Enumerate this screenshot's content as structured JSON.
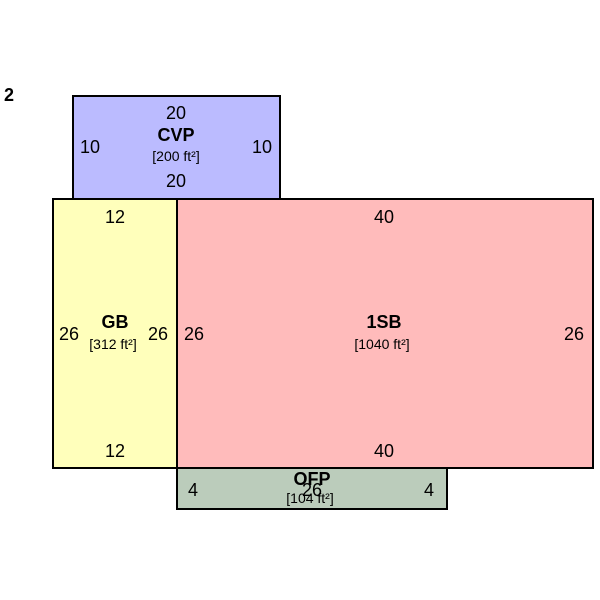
{
  "page_number": "2",
  "colors": {
    "cvp": "#bbbbff",
    "gb": "#ffffbb",
    "sb": "#ffbbbb",
    "ofp": "#bbccbb",
    "outline": "#000000"
  },
  "areas": {
    "cvp": {
      "name": "CVP",
      "area": "[200 ft²]",
      "top": "20",
      "bottom": "20",
      "left": "10",
      "right": "10"
    },
    "gb": {
      "name": "GB",
      "area": "[312 ft²]",
      "top": "12",
      "bottom": "12",
      "left": "26",
      "right": "26"
    },
    "sb": {
      "name": "1SB",
      "area": "[1040 ft²]",
      "top": "40",
      "bottom": "40",
      "left": "26",
      "right": "26"
    },
    "ofp": {
      "name": "OFP",
      "area": "[104 ft²]",
      "top": "26",
      "left": "4",
      "right": "4"
    }
  }
}
